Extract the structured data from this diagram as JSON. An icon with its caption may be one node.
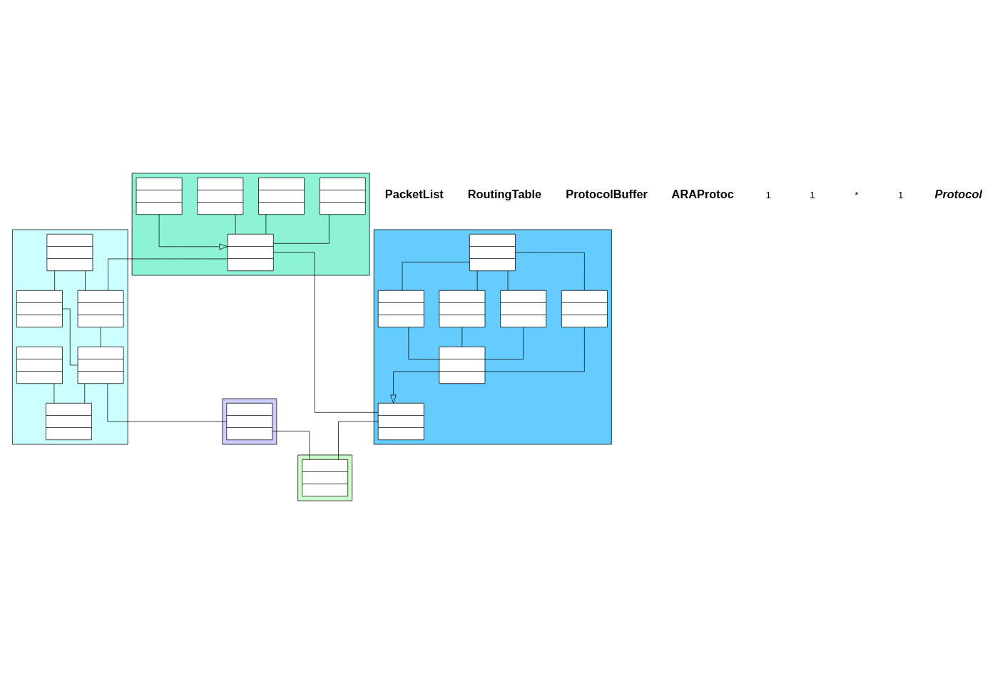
{
  "diagram": {
    "nodes": [
      {
        "text": [],
        "shape": "box"
      },
      {
        "text": [],
        "shape": "box",
        "in": 0
      },
      {
        "text": [],
        "shape": "box",
        "in": 0
      },
      {
        "text": [],
        "shape": "box",
        "in": 0
      },
      {
        "text": [],
        "shape": "box",
        "in": 0
      },
      {
        "text": [],
        "shape": "box",
        "in": 0
      },
      {
        "text": [],
        "shape": "box"
      },
      {
        "text": [],
        "shape": "box",
        "in": 6
      },
      {
        "text": [],
        "shape": "box",
        "in": 6
      },
      {
        "text": [],
        "shape": "box",
        "in": 6
      },
      {
        "text": [],
        "shape": "box",
        "in": 6
      },
      {
        "text": [],
        "shape": "box",
        "in": 6
      },
      {
        "text": [],
        "shape": "box",
        "in": 6
      },
      {
        "text": [],
        "shape": "box",
        "in": 6
      },
      {
        "text": [],
        "shape": "box"
      },
      {
        "text": [],
        "shape": "box",
        "in": 14
      },
      {
        "text": [],
        "shape": "box",
        "in": 14
      },
      {
        "text": [],
        "shape": "box",
        "in": 14
      },
      {
        "text": [],
        "shape": "box",
        "in": 14
      },
      {
        "text": [],
        "shape": "box",
        "in": 14
      },
      {
        "text": [],
        "shape": "box",
        "in": 14
      },
      {
        "text": [],
        "shape": "box"
      },
      {
        "text": [],
        "shape": "box",
        "in": 21
      },
      {
        "text": [],
        "shape": "box"
      },
      {
        "text": [],
        "shape": "box",
        "in": 23
      }
    ],
    "edges": [
      {
        "from": 1,
        "to": 5,
        "arrow": "none"
      },
      {
        "from": 2,
        "to": 5,
        "arrow": "none"
      },
      {
        "from": 3,
        "to": 5,
        "arrow": "none"
      },
      {
        "from": 4,
        "to": 5,
        "arrow": "to"
      },
      {
        "from": 7,
        "to": 8,
        "arrow": "none"
      },
      {
        "from": 7,
        "to": 9,
        "arrow": "none"
      },
      {
        "from": 7,
        "to": 10,
        "arrow": "none"
      },
      {
        "from": 7,
        "to": 11,
        "arrow": "none"
      },
      {
        "from": 8,
        "to": 12,
        "arrow": "none"
      },
      {
        "from": 9,
        "to": 12,
        "arrow": "none"
      },
      {
        "from": 10,
        "to": 12,
        "arrow": "none"
      },
      {
        "from": 11,
        "to": 12,
        "arrow": "none"
      },
      {
        "from": 12,
        "to": 13,
        "arrow": "to"
      },
      {
        "from": 5,
        "to": 13,
        "arrow": "none"
      },
      {
        "from": 5,
        "to": 16,
        "arrow": "none"
      },
      {
        "from": 13,
        "to": 24,
        "arrow": "none"
      },
      {
        "from": 15,
        "to": 16,
        "arrow": "none"
      },
      {
        "from": 15,
        "to": 17,
        "arrow": "none"
      },
      {
        "from": 16,
        "to": 18,
        "arrow": "none"
      },
      {
        "from": 17,
        "to": 18,
        "arrow": "none"
      },
      {
        "from": 18,
        "to": 20,
        "arrow": "none"
      },
      {
        "from": 19,
        "to": 20,
        "arrow": "none"
      },
      {
        "from": 18,
        "to": 22,
        "arrow": "none"
      },
      {
        "from": 22,
        "to": 24,
        "arrow": "none"
      }
    ],
    "labels": [
      "PacketList",
      "RoutingTable",
      "ProtocolBuffer",
      "ARAProtoc",
      "1",
      "1",
      "*",
      "1",
      "Protocol"
    ]
  }
}
